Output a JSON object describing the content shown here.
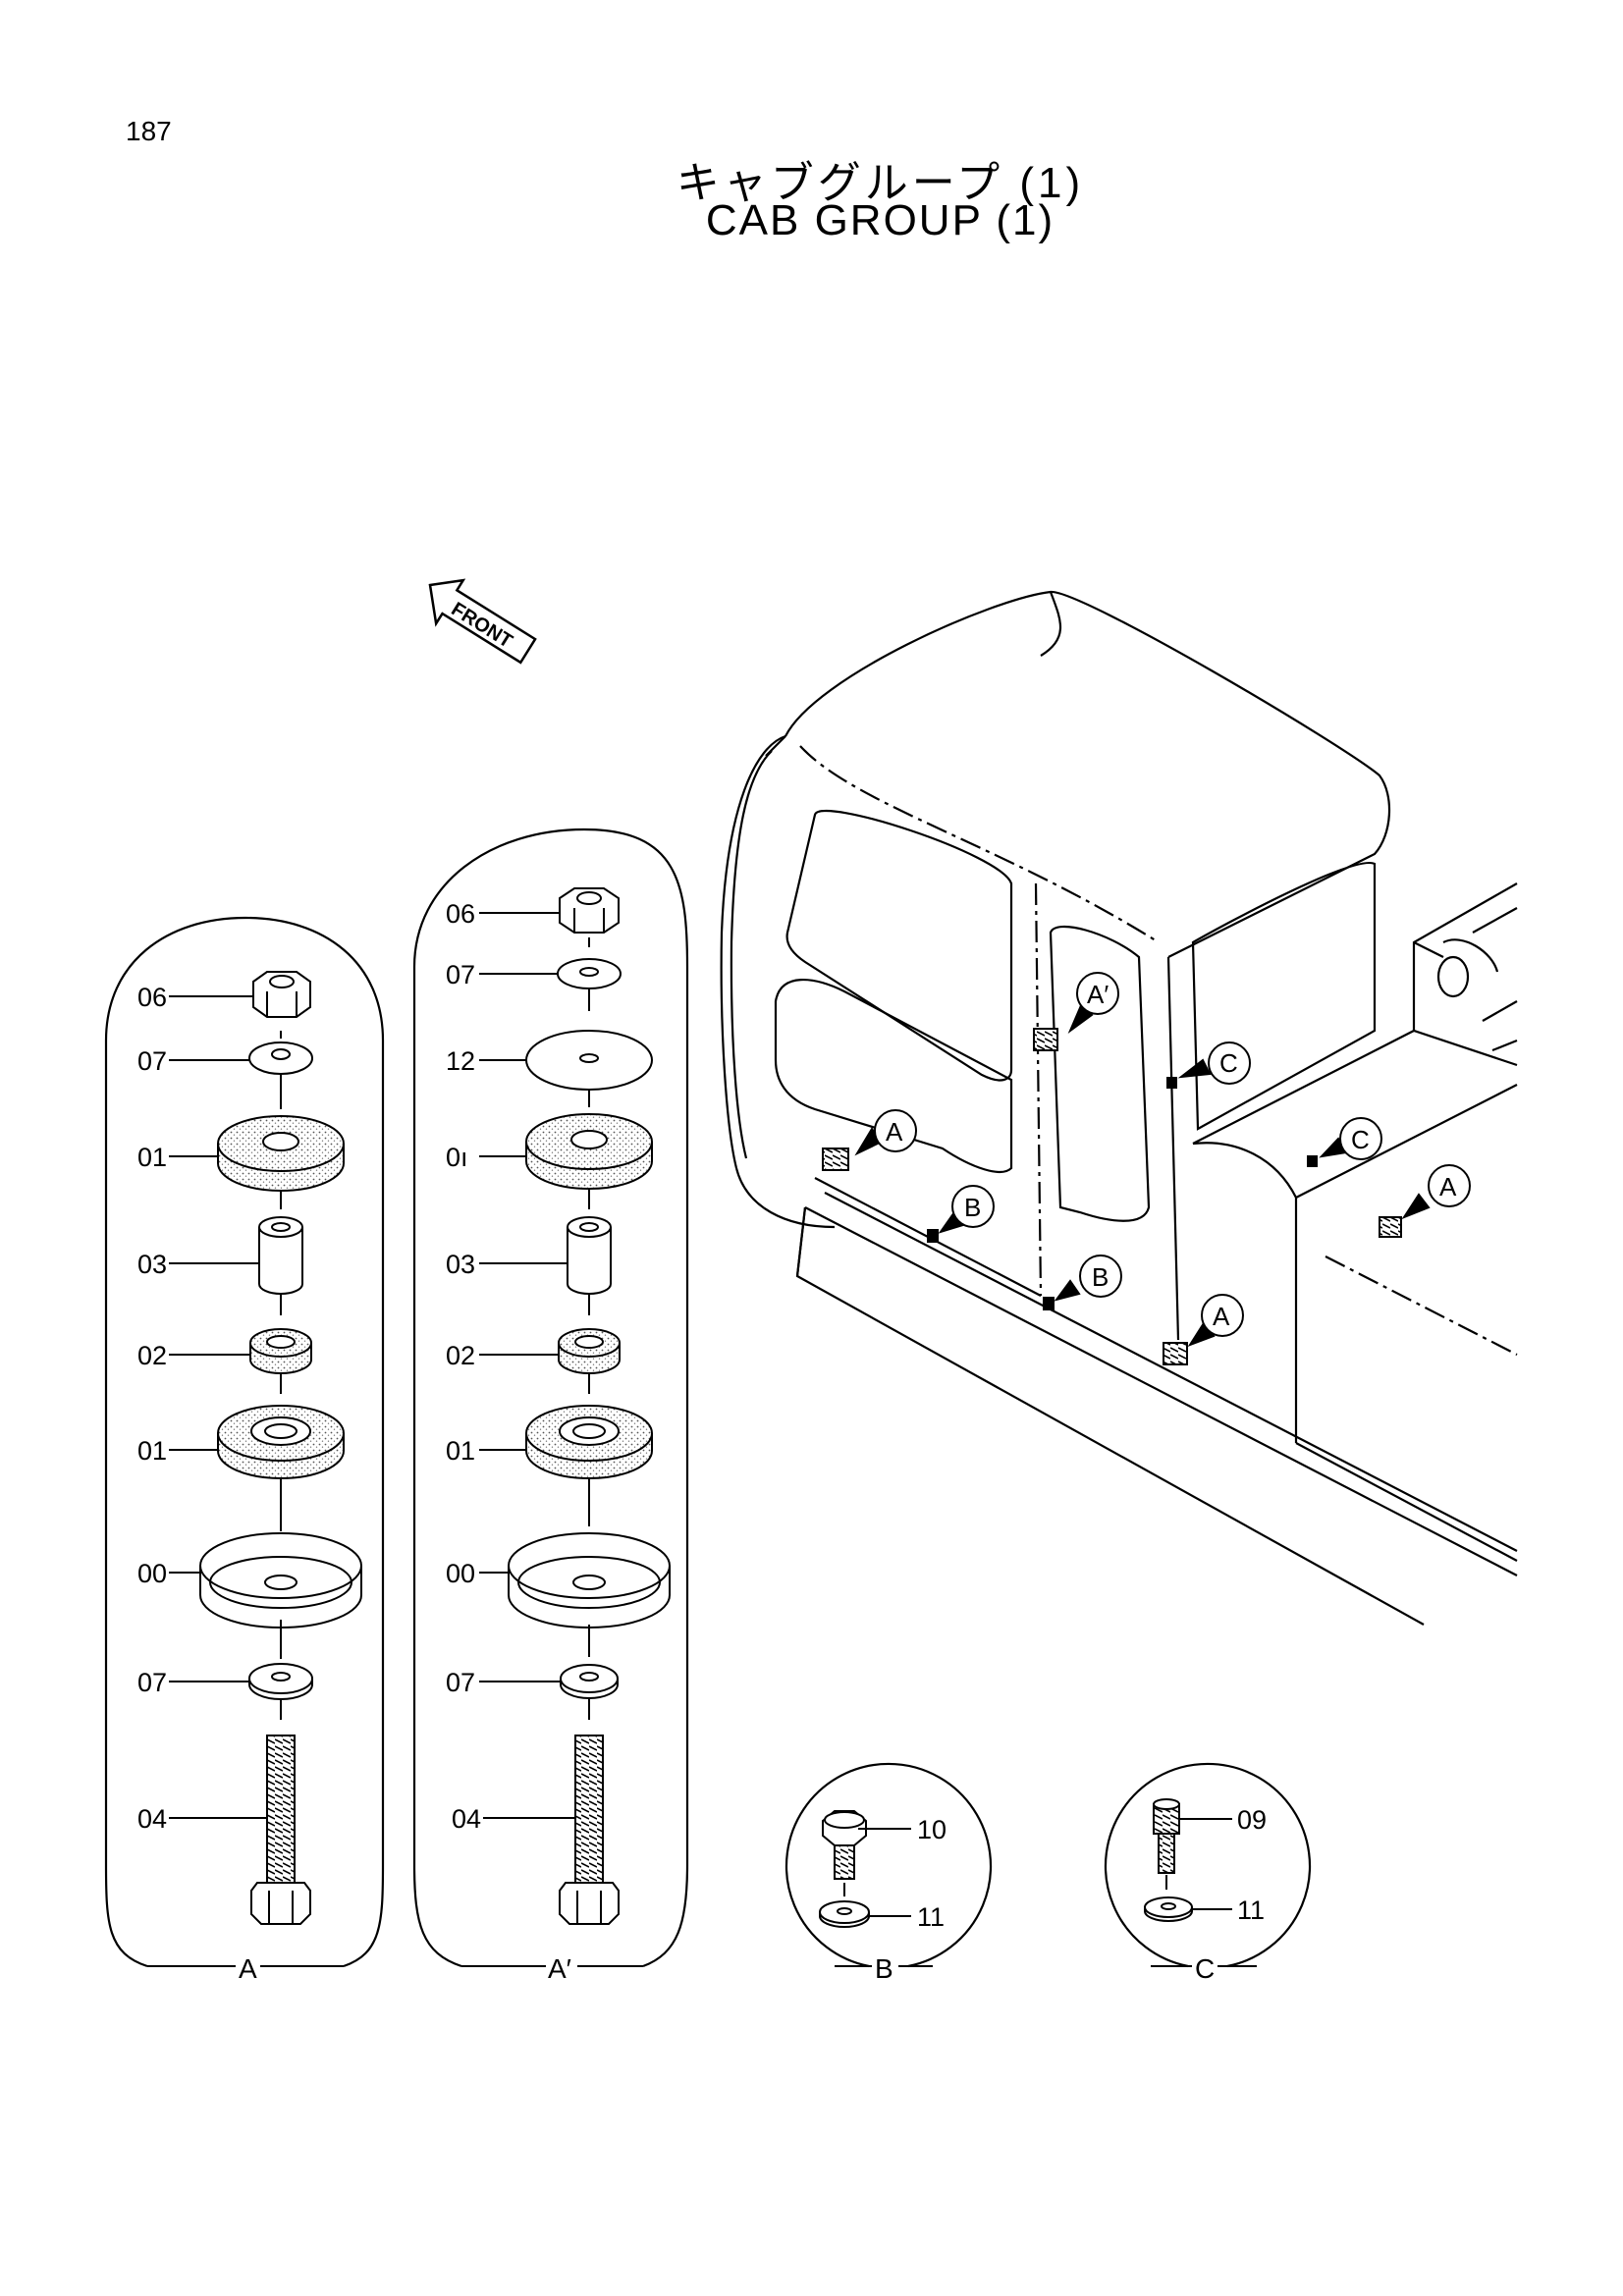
{
  "page": {
    "number": "187",
    "title_jp": "キャブグループ (1)",
    "title_en": "CAB  GROUP  (1)"
  },
  "front_arrow": {
    "label": "FRONT"
  },
  "details": [
    {
      "id": "A",
      "label": "A",
      "callouts": [
        "06",
        "07",
        "01",
        "03",
        "02",
        "01",
        "00",
        "07",
        "04"
      ]
    },
    {
      "id": "A-prime",
      "label": "A′",
      "callouts": [
        "06",
        "07",
        "12",
        "0ı",
        "03",
        "02",
        "01",
        "00",
        "07",
        "04"
      ]
    },
    {
      "id": "B",
      "label": "B",
      "callouts": [
        "10",
        "11"
      ]
    },
    {
      "id": "C",
      "label": "C",
      "callouts": [
        "09",
        "11"
      ]
    }
  ],
  "balloons": [
    "A′",
    "C",
    "A",
    "C",
    "A",
    "B",
    "B",
    "A"
  ],
  "icons": [
    "front-arrow-icon",
    "hex-nut-icon",
    "washer-icon",
    "rubber-mount-icon",
    "collar-icon",
    "bolt-icon",
    "cup-icon",
    "socket-bolt-icon"
  ]
}
